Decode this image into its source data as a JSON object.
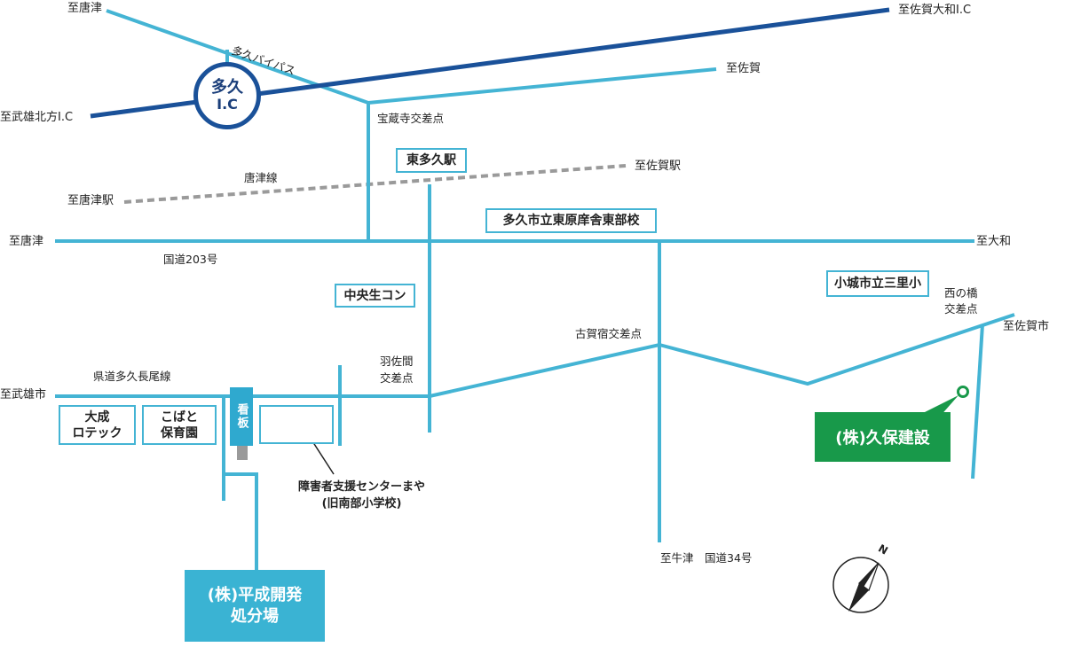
{
  "map": {
    "highway_color": "#1a5199",
    "road_color": "#44b4d4",
    "railway_color": "#9a9a9a",
    "company_color": "#18994a",
    "destination_color": "#3ab3d3"
  },
  "labels": {
    "to_karatsu_top": "至唐津",
    "to_saga_yamato_ic": "至佐賀大和I.C",
    "taku_bypass": "多久バイパス",
    "to_saga": "至佐賀",
    "to_takeo_kitagata_ic": "至武雄北方I.C",
    "hozoji_intersection": "宝蔵寺交差点",
    "to_saga_station": "至佐賀駅",
    "karatsu_line": "唐津線",
    "to_karatsu_station": "至唐津駅",
    "to_karatsu_left": "至唐津",
    "route_203": "国道203号",
    "to_yamato": "至大和",
    "nishinohashi_intersection": "西の橋\n交差点",
    "to_saga_city": "至佐賀市",
    "kogashuku_intersection": "古賀宿交差点",
    "hazama_intersection": "羽佐間\n交差点",
    "prefectural_road": "県道多久長尾線",
    "to_takeo_city": "至武雄市",
    "care_center": "障害者支援センターまや\n(旧南部小学校)",
    "route_34": "至牛津　国道34号"
  },
  "ic_badge": {
    "name": "多久",
    "sub": "I.C"
  },
  "boxes": {
    "higashi_taku_station": "東多久駅",
    "east_school": "多久市立東原庠舎東部校",
    "chuo_seicon": "中央生コン",
    "ogi_school": "小城市立三里小",
    "taisei_rotec": "大成\nロテック",
    "kobato_nursery": "こばと\n保育園"
  },
  "signboard": "看板",
  "destination": "(株)平成開発\n処分場",
  "company": "(株)久保建設",
  "compass": {
    "north": "N"
  }
}
